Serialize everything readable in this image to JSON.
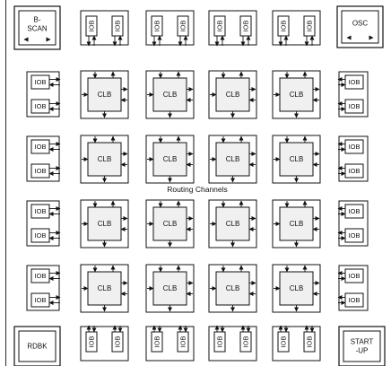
{
  "corners": {
    "top_left": [
      "B-",
      "SCAN"
    ],
    "top_right": [
      "OSC"
    ],
    "bottom_left": [
      "RDBK"
    ],
    "bottom_right": [
      "START",
      "-UP"
    ]
  },
  "routing_label": "Routing Channels",
  "clb_label": "CLB",
  "iob_label": "IOB",
  "grid": {
    "rows": 4,
    "cols": 4
  },
  "io_columns_per_edge": 4,
  "io_rows_per_edge": 4,
  "colors": {
    "line": "#111111",
    "tile_fill": "#ffffff",
    "clb_fill": "#f0f0f0"
  }
}
